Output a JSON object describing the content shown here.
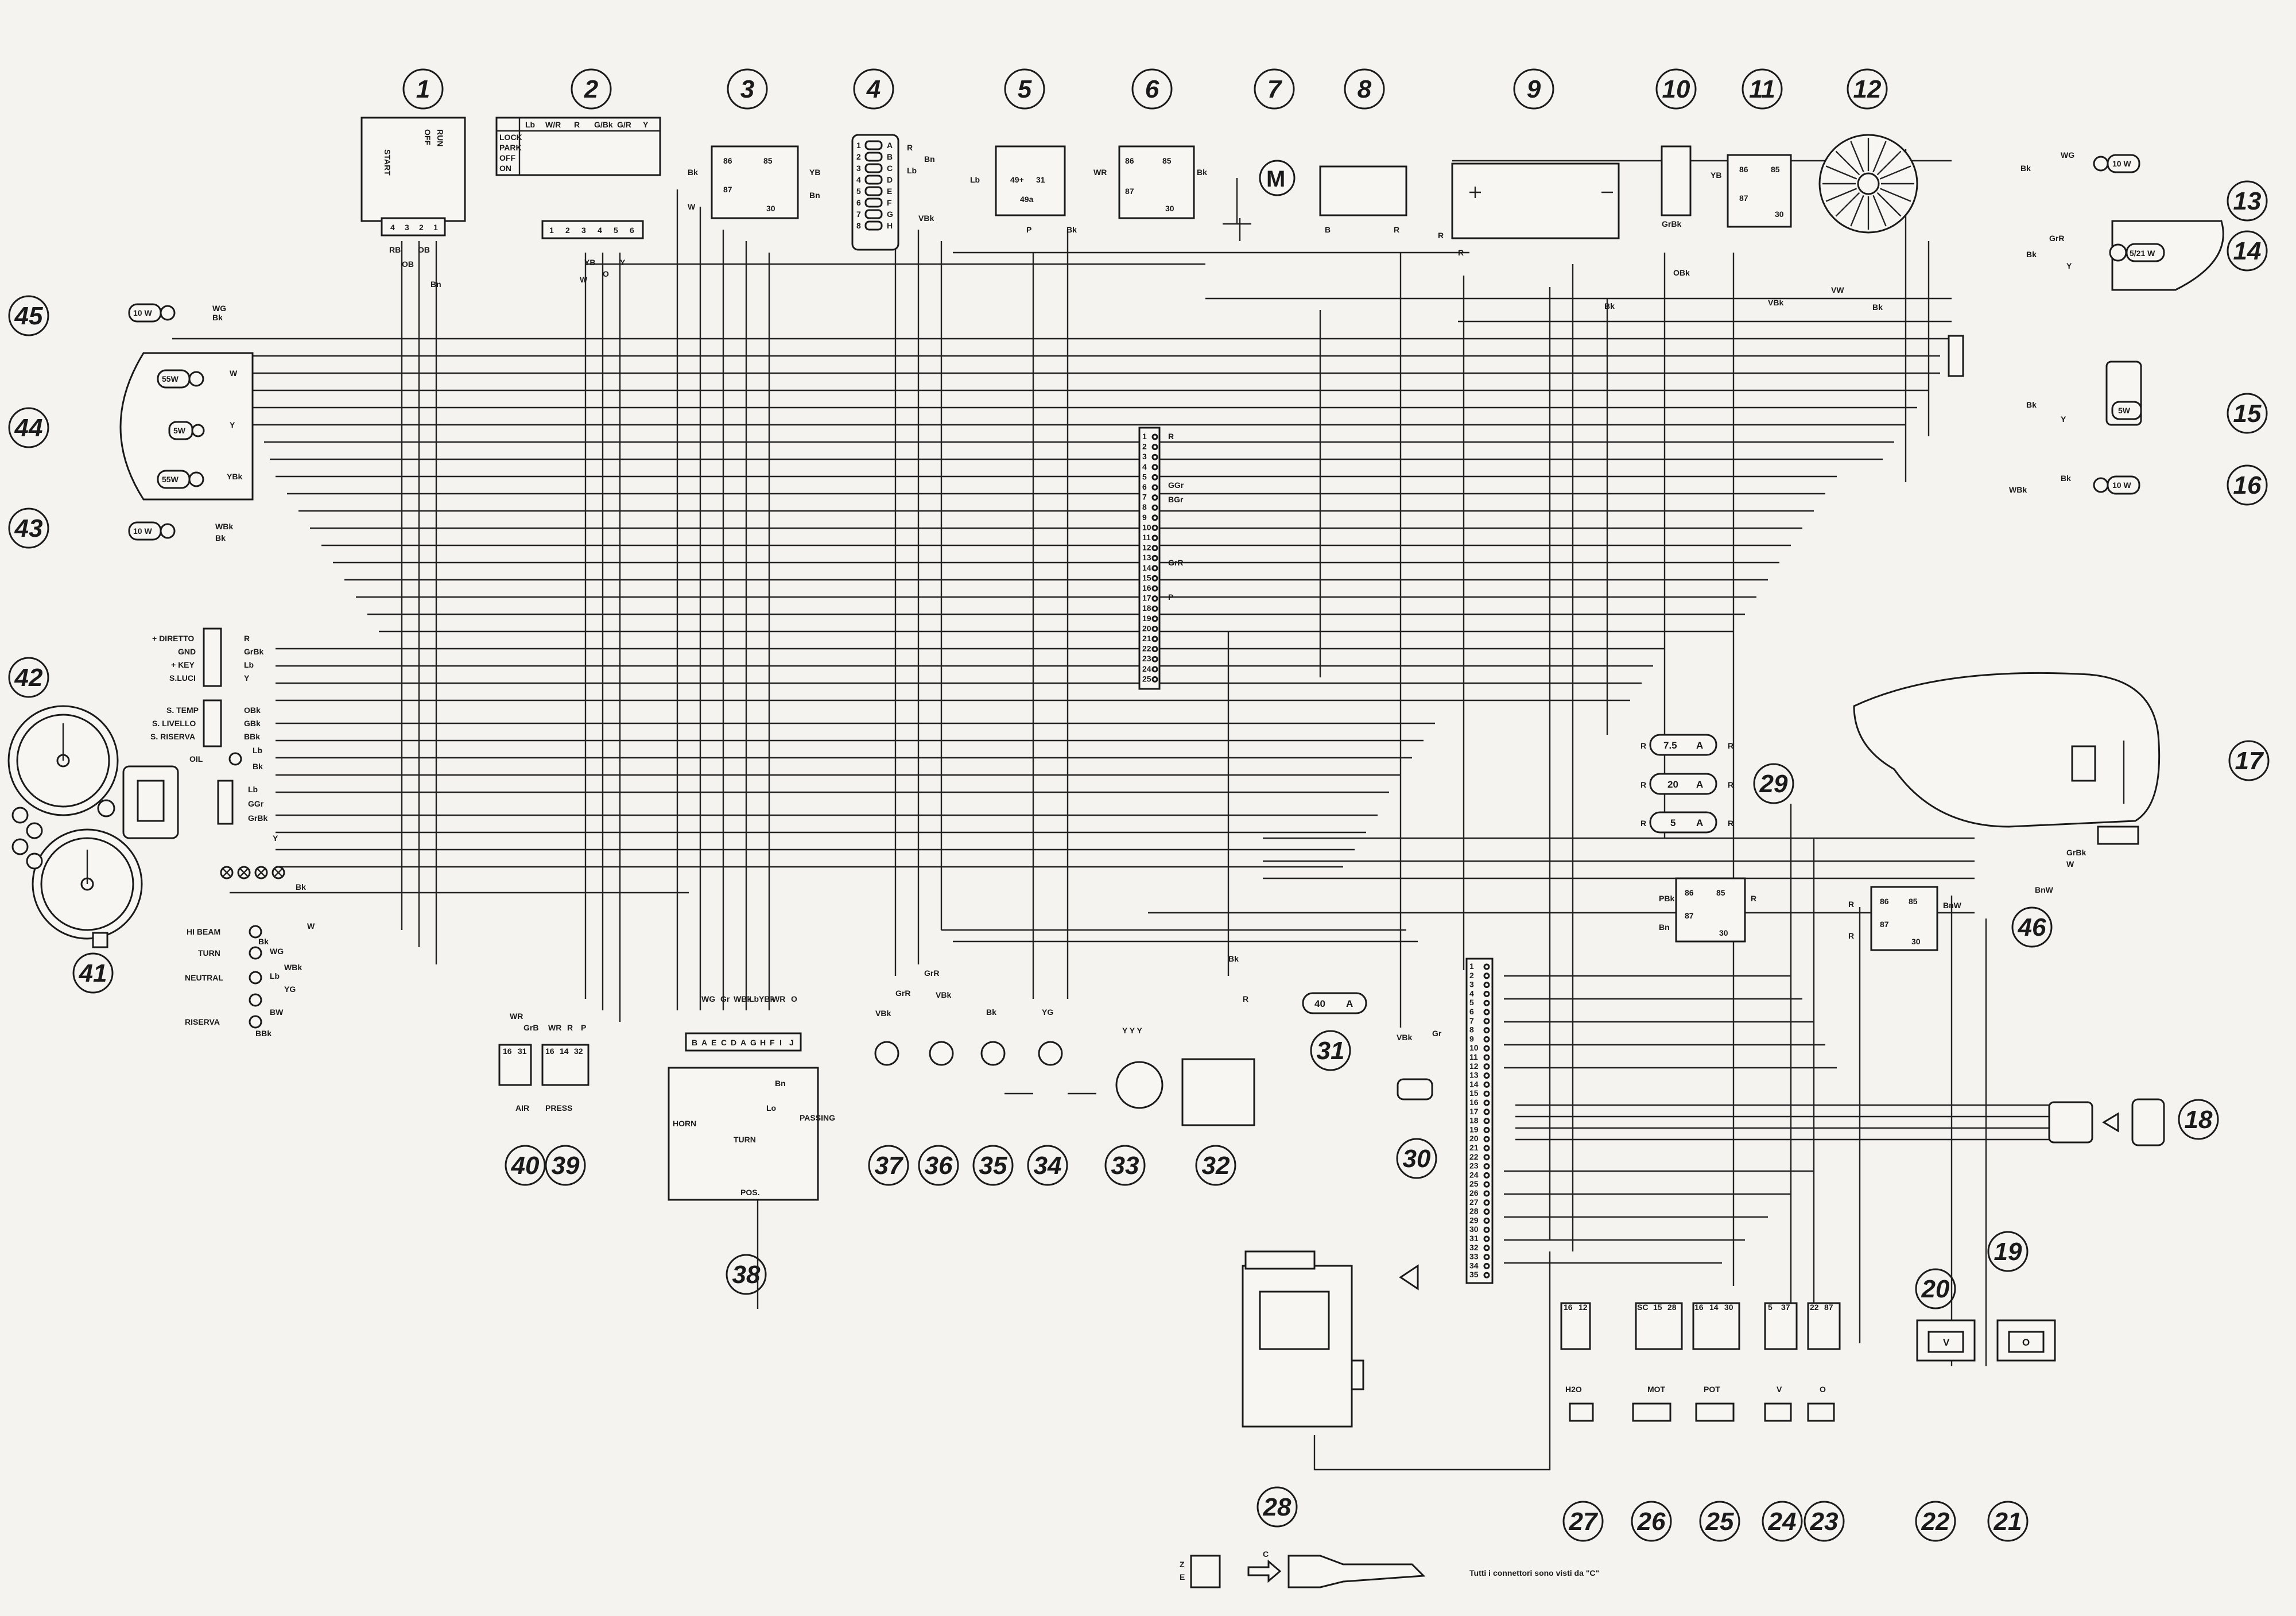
{
  "callouts": [
    {
      "n": "1"
    },
    {
      "n": "2"
    },
    {
      "n": "3"
    },
    {
      "n": "4"
    },
    {
      "n": "5"
    },
    {
      "n": "6"
    },
    {
      "n": "7"
    },
    {
      "n": "8"
    },
    {
      "n": "9"
    },
    {
      "n": "10"
    },
    {
      "n": "11"
    },
    {
      "n": "12"
    },
    {
      "n": "13"
    },
    {
      "n": "14"
    },
    {
      "n": "15"
    },
    {
      "n": "16"
    },
    {
      "n": "17"
    },
    {
      "n": "18"
    },
    {
      "n": "19"
    },
    {
      "n": "20"
    },
    {
      "n": "21"
    },
    {
      "n": "22"
    },
    {
      "n": "23"
    },
    {
      "n": "24"
    },
    {
      "n": "25"
    },
    {
      "n": "26"
    },
    {
      "n": "27"
    },
    {
      "n": "28"
    },
    {
      "n": "29"
    },
    {
      "n": "30"
    },
    {
      "n": "31"
    },
    {
      "n": "32"
    },
    {
      "n": "33"
    },
    {
      "n": "34"
    },
    {
      "n": "35"
    },
    {
      "n": "36"
    },
    {
      "n": "37"
    },
    {
      "n": "38"
    },
    {
      "n": "39"
    },
    {
      "n": "40"
    },
    {
      "n": "41"
    },
    {
      "n": "42"
    },
    {
      "n": "43"
    },
    {
      "n": "44"
    },
    {
      "n": "45"
    },
    {
      "n": "46"
    }
  ],
  "ignition": {
    "start": "START",
    "off": "OFF",
    "run": "RUN",
    "wires": [
      "RB",
      "OB",
      "OB",
      "Bn"
    ],
    "pins": [
      "4",
      "3",
      "2",
      "1"
    ]
  },
  "key_switch": {
    "cols": [
      "Lb",
      "W/R",
      "R",
      "G/Bk",
      "G/R",
      "Y"
    ],
    "rows": [
      "LOCK",
      "PARK",
      "OFF",
      "ON"
    ],
    "pins": [
      "1",
      "2",
      "3",
      "4",
      "5",
      "6"
    ],
    "wires": [
      "YB",
      "W",
      "O",
      "Y"
    ]
  },
  "relays": {
    "pins": [
      "86",
      "85",
      "87",
      "30"
    ],
    "r3_wires": [
      "Bk",
      "W",
      "YB",
      "Bn"
    ],
    "r6_wires": [
      "WR",
      "Bk"
    ],
    "r11_wires": [
      "YB",
      "VBk"
    ]
  },
  "fusebox4": {
    "letters": [
      "A",
      "B",
      "C",
      "D",
      "E",
      "F",
      "G",
      "H"
    ],
    "nums": [
      "1",
      "2",
      "3",
      "4",
      "5",
      "6",
      "7",
      "8"
    ],
    "wires": [
      "R",
      "Bn",
      "Lb",
      "VBk"
    ]
  },
  "flasher5": {
    "l1": "49+",
    "l2": "31",
    "l3": "49a",
    "wires": [
      "Lb",
      "P",
      "Bk"
    ]
  },
  "motor7": {
    "symbol": "M"
  },
  "fan_wires": {
    "b": "B",
    "r": "R",
    "bk": "Bk"
  },
  "battery_wires": {
    "r": "R",
    "bk": "Bk",
    "o": "OBk",
    "grbk": "GrBk"
  },
  "lamps": {
    "l13": "10 W",
    "l13w": "WG",
    "l14": "5/21 W",
    "l14a": "GrR",
    "l14b": "Bk",
    "l14c": "Y",
    "l15": "5W",
    "l15a": "Bk",
    "l15b": "Y",
    "l16": "10 W",
    "l16w": "WBk",
    "l45": "10 W",
    "l45w": "WG",
    "l44a": "55W",
    "l44b": "5W",
    "l44c": "55W",
    "l44wa": "W",
    "l44wb": "Y",
    "l44wc": "YBk",
    "l43": "10 W",
    "l43w": "WBk"
  },
  "fan12_wires": {
    "vw": "VW",
    "bk": "Bk"
  },
  "main_connector": {
    "pins": [
      "1",
      "2",
      "3",
      "4",
      "5",
      "6",
      "7",
      "8",
      "9",
      "10",
      "11",
      "12",
      "13",
      "14",
      "15",
      "16",
      "17",
      "18",
      "19",
      "20",
      "21",
      "22",
      "23",
      "24",
      "25"
    ],
    "wires": [
      "R",
      "GGr",
      "BGr",
      "GrR",
      "P"
    ]
  },
  "instruments": {
    "labels": [
      "+ DIRETTO",
      "GND",
      "+ KEY",
      "S.LUCI"
    ],
    "wires": [
      "R",
      "GrBk",
      "Lb",
      "Y"
    ],
    "sensors": [
      "S. TEMP",
      "S. LIVELLO",
      "S. RISERVA"
    ],
    "sensor_wires": [
      "OBk",
      "GBk",
      "BBk"
    ],
    "oil": "OIL",
    "oil_wires": [
      "Lb",
      "Bk"
    ],
    "warn_wires": [
      "Lb",
      "GGr",
      "GrBk"
    ],
    "y": "Y",
    "bk": "Bk"
  },
  "indicators": {
    "labels": [
      "HI BEAM",
      "TURN",
      "NEUTRAL",
      "RISERVA"
    ],
    "wires": [
      "W",
      "Bk",
      "WG",
      "WBk",
      "Lb",
      "YG",
      "BW",
      "BBk"
    ]
  },
  "sensors_ab": {
    "air": "AIR",
    "press": "PRESS",
    "wires": [
      "WR",
      "GrB",
      "WR",
      "R",
      "P"
    ],
    "pins": [
      "16",
      "31",
      "16",
      "14",
      "32"
    ]
  },
  "switch38": {
    "cols": [
      "WG",
      "Gr",
      "WBk",
      "Lb",
      "YBk",
      "WR",
      "O"
    ],
    "pins": [
      "B",
      "A",
      "E",
      "C",
      "D",
      "A",
      "G",
      "H",
      "F",
      "I",
      "J"
    ],
    "horn": "HORN",
    "turn": "TURN",
    "passing": "PASSING",
    "pos": "POS.",
    "lo": "Lo",
    "bn": "Bn"
  },
  "bottom_comps": {
    "c37": "VBk",
    "c37b": "GrR",
    "c36": "VBk",
    "c35": "Bk",
    "c34": "YG",
    "c33": "Y Y Y",
    "c32": "Bk",
    "c32r": "R"
  },
  "fuses": [
    {
      "label": "7.5",
      "unit": "A"
    },
    {
      "label": "20",
      "unit": "A"
    },
    {
      "label": "5",
      "unit": "A"
    },
    {
      "label": "40",
      "unit": "A"
    }
  ],
  "fuse_wires": [
    "R",
    "R",
    "R",
    "R",
    "R",
    "R"
  ],
  "tank17_wires": [
    "GrBk",
    "W",
    "BnW"
  ],
  "relay46": {
    "wires": [
      "PBk",
      "Bn",
      "R",
      "R",
      "BnW",
      "R"
    ]
  },
  "ecu_conn": {
    "pins": [
      "1",
      "2",
      "3",
      "4",
      "5",
      "6",
      "7",
      "8",
      "9",
      "10",
      "11",
      "12",
      "13",
      "14",
      "15",
      "16",
      "17",
      "18",
      "19",
      "20",
      "21",
      "22",
      "23",
      "24",
      "25",
      "26",
      "27",
      "28",
      "29",
      "30",
      "31",
      "32",
      "33",
      "34",
      "35"
    ]
  },
  "sensor_labels": [
    "H2O",
    "MOT",
    "POT",
    "V",
    "O"
  ],
  "sensor_pins": {
    "h2o": [
      "16",
      "12"
    ],
    "mot": [
      "SC",
      "15",
      "28"
    ],
    "pot": [
      "16",
      "14",
      "30"
    ],
    "v": [
      "5",
      "37"
    ],
    "o": [
      "22",
      "87"
    ]
  },
  "injectors": {
    "v": "V",
    "o": "O"
  },
  "c30_wires": [
    "VBk",
    "Gr"
  ],
  "legend": {
    "text": "Tutti i connettori sono visti da \"C\"",
    "c": "C",
    "z": "Z",
    "e": "E"
  }
}
